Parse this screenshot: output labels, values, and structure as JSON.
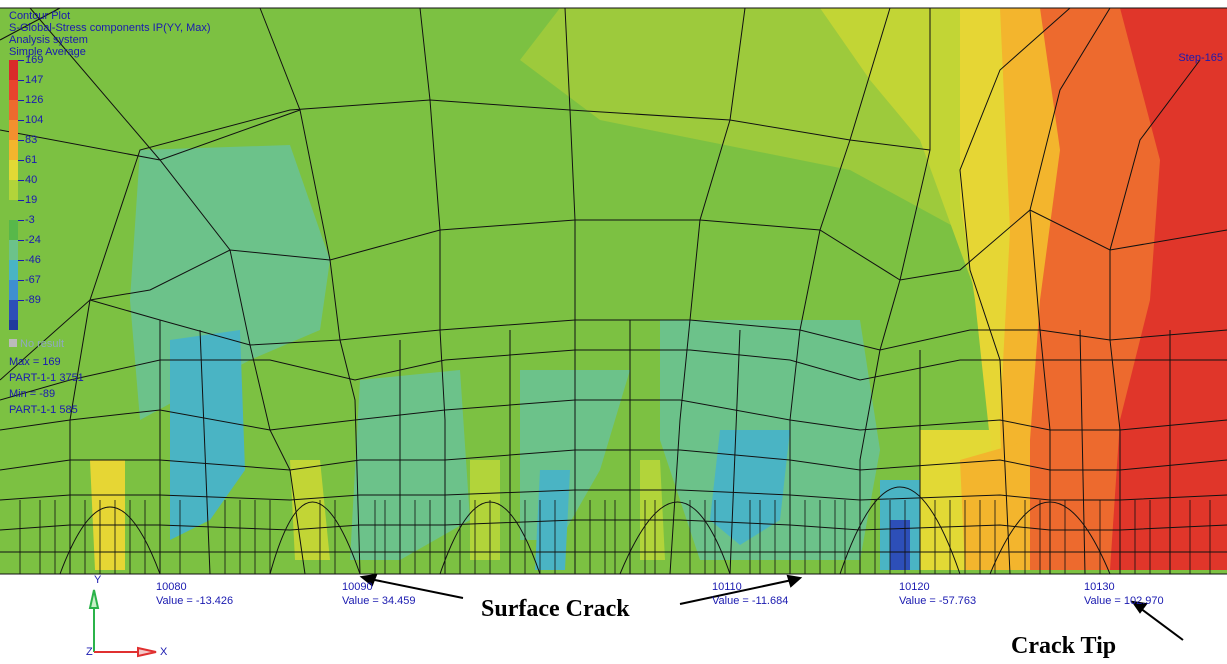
{
  "legend": {
    "title_lines": [
      "Contour Plot",
      "S-Global-Stress components IP(YY, Max)",
      "Analysis system",
      "Simple Average"
    ],
    "levels": [
      "169",
      "147",
      "126",
      "104",
      "83",
      "61",
      "40",
      "19",
      "-3",
      "-24",
      "-46",
      "-67",
      "-89"
    ],
    "colors": [
      "#d92a2a",
      "#e8442d",
      "#ed6a2e",
      "#f3902f",
      "#f3b52d",
      "#e2d935",
      "#b2d43a",
      "#7cc142",
      "#58b84a",
      "#6cc28a",
      "#4ab4c4",
      "#3f8fd0",
      "#2d4fb8"
    ],
    "none_result": "No result",
    "max_label": "Max = 169",
    "max_loc": "PART-1-1 3751",
    "min_label": "Min = -89",
    "min_loc": "PART-1-1 585"
  },
  "step_label": "Step-165",
  "probes": [
    {
      "id": "10080",
      "value": "Value = -13.426"
    },
    {
      "id": "10090",
      "value": "Value = 34.459"
    },
    {
      "id": "10110",
      "value": "Value = -11.684"
    },
    {
      "id": "10120",
      "value": "Value = -57.763"
    },
    {
      "id": "10130",
      "value": "Value = 102.970"
    }
  ],
  "callouts": {
    "surface_crack": "Surface Crack",
    "crack_tip": "Crack Tip"
  },
  "triad": {
    "y": "Y",
    "x": "X",
    "z": "Z"
  }
}
